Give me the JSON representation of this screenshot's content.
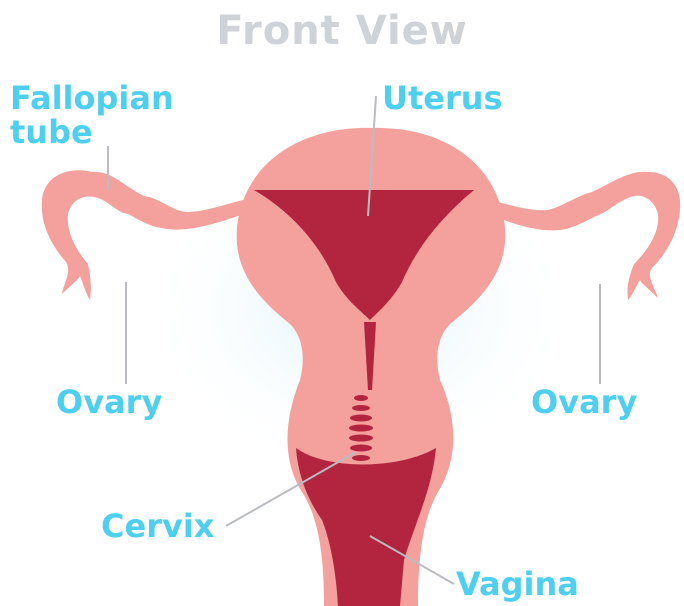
{
  "title": "Front View",
  "labels": {
    "fallopian_tube": "Fallopian\ntube",
    "uterus": "Uterus",
    "ovary_left": "Ovary",
    "ovary_right": "Ovary",
    "cervix": "Cervix",
    "vagina": "Vagina"
  },
  "colors": {
    "title": "#cfd2d6",
    "label": "#4fcff0",
    "tissue": "#f4a09c",
    "cavity": "#b3243e",
    "glow": "#d7f1fb",
    "leader": "#b9bcc0"
  }
}
